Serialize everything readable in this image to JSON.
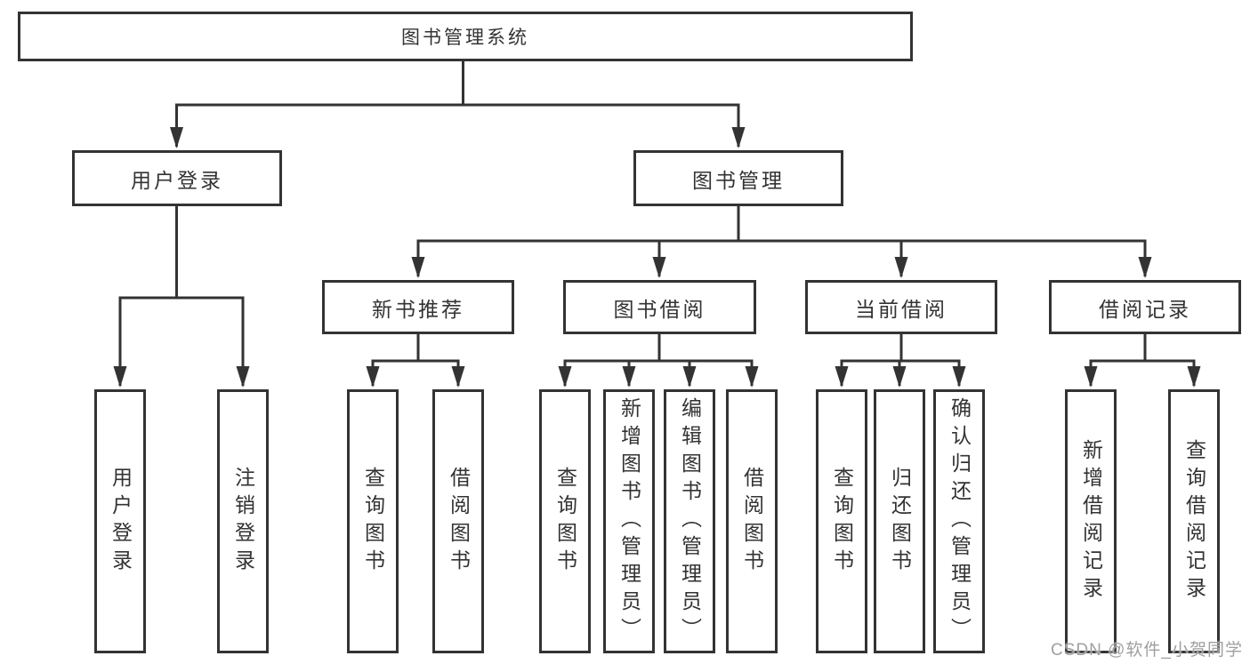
{
  "diagram_type": "hierarchy-flowchart",
  "colors": {
    "line": "#333333",
    "box_border": "#333333",
    "text": "#333333",
    "background": "#ffffff",
    "watermark": "#9f9f9f"
  },
  "tree": {
    "root": {
      "label": "图书管理系统"
    },
    "children": [
      {
        "label": "用户登录",
        "children": [
          {
            "label": "用户登录"
          },
          {
            "label": "注销登录"
          }
        ]
      },
      {
        "label": "图书管理",
        "children": [
          {
            "label": "新书推荐",
            "children": [
              {
                "label": "查询图书"
              },
              {
                "label": "借阅图书"
              }
            ]
          },
          {
            "label": "图书借阅",
            "children": [
              {
                "label": "查询图书"
              },
              {
                "label": "新增图书（管理员）"
              },
              {
                "label": "编辑图书（管理员）"
              },
              {
                "label": "借阅图书"
              }
            ]
          },
          {
            "label": "当前借阅",
            "children": [
              {
                "label": "查询图书"
              },
              {
                "label": "归还图书"
              },
              {
                "label": "确认归还（管理员）"
              }
            ]
          },
          {
            "label": "借阅记录",
            "children": [
              {
                "label": "新增借阅记录"
              },
              {
                "label": "查询借阅记录"
              }
            ]
          }
        ]
      }
    ]
  },
  "watermark": {
    "text": "CSDN @软件_小贺同学"
  }
}
